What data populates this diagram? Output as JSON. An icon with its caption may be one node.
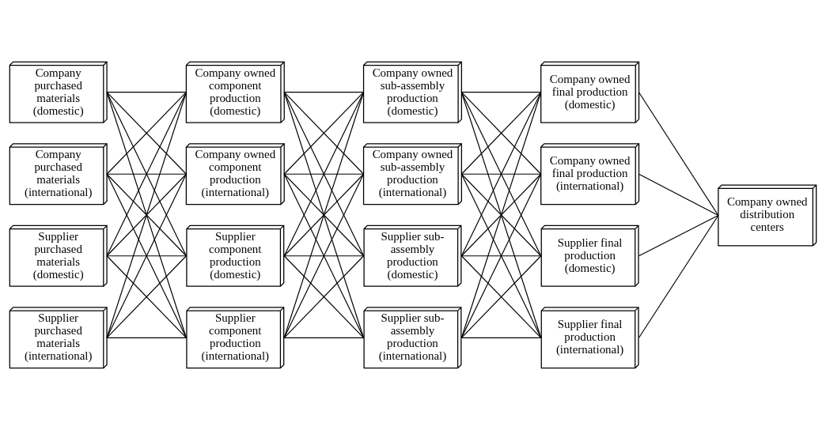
{
  "diagram": {
    "nodes": [
      {
        "text": [
          "Company purchased materials (domestic)"
        ]
      },
      {
        "text": [
          "Company purchased materials (international)"
        ]
      },
      {
        "text": [
          "Supplier purchased materials (domestic)"
        ]
      },
      {
        "text": [
          "Supplier purchased materials (international)"
        ]
      },
      {
        "text": [
          "Company owned component production (domestic)"
        ]
      },
      {
        "text": [
          "Company owned component production (international)"
        ]
      },
      {
        "text": [
          "Supplier component production (domestic)"
        ]
      },
      {
        "text": [
          "Supplier component production (international)"
        ]
      },
      {
        "text": [
          "Company owned sub-assembly production (domestic)"
        ]
      },
      {
        "text": [
          "Company owned sub-assembly production (international)"
        ]
      },
      {
        "text": [
          "Supplier sub-assembly production (domestic)"
        ]
      },
      {
        "text": [
          "Supplier sub-assembly production (international)"
        ]
      },
      {
        "text": [
          "Company owned final production (domestic)"
        ]
      },
      {
        "text": [
          "Company owned final production (international)"
        ]
      },
      {
        "text": [
          "Supplier final production (domestic)"
        ]
      },
      {
        "text": [
          "Supplier final production (international)"
        ]
      },
      {
        "text": [
          "Company owned distribution centers"
        ]
      }
    ],
    "edges": [
      {
        "from": 0,
        "to": 4,
        "arrow": "none"
      },
      {
        "from": 0,
        "to": 5,
        "arrow": "none"
      },
      {
        "from": 0,
        "to": 6,
        "arrow": "none"
      },
      {
        "from": 0,
        "to": 7,
        "arrow": "none"
      },
      {
        "from": 1,
        "to": 4,
        "arrow": "none"
      },
      {
        "from": 1,
        "to": 5,
        "arrow": "none"
      },
      {
        "from": 1,
        "to": 6,
        "arrow": "none"
      },
      {
        "from": 1,
        "to": 7,
        "arrow": "none"
      },
      {
        "from": 2,
        "to": 4,
        "arrow": "none"
      },
      {
        "from": 2,
        "to": 5,
        "arrow": "none"
      },
      {
        "from": 2,
        "to": 6,
        "arrow": "none"
      },
      {
        "from": 2,
        "to": 7,
        "arrow": "none"
      },
      {
        "from": 3,
        "to": 4,
        "arrow": "none"
      },
      {
        "from": 3,
        "to": 5,
        "arrow": "none"
      },
      {
        "from": 3,
        "to": 6,
        "arrow": "none"
      },
      {
        "from": 3,
        "to": 7,
        "arrow": "none"
      },
      {
        "from": 4,
        "to": 8,
        "arrow": "none"
      },
      {
        "from": 4,
        "to": 9,
        "arrow": "none"
      },
      {
        "from": 4,
        "to": 10,
        "arrow": "none"
      },
      {
        "from": 4,
        "to": 11,
        "arrow": "none"
      },
      {
        "from": 5,
        "to": 8,
        "arrow": "none"
      },
      {
        "from": 5,
        "to": 9,
        "arrow": "none"
      },
      {
        "from": 5,
        "to": 10,
        "arrow": "none"
      },
      {
        "from": 5,
        "to": 11,
        "arrow": "none"
      },
      {
        "from": 6,
        "to": 8,
        "arrow": "none"
      },
      {
        "from": 6,
        "to": 9,
        "arrow": "none"
      },
      {
        "from": 6,
        "to": 10,
        "arrow": "none"
      },
      {
        "from": 6,
        "to": 11,
        "arrow": "none"
      },
      {
        "from": 7,
        "to": 8,
        "arrow": "none"
      },
      {
        "from": 7,
        "to": 9,
        "arrow": "none"
      },
      {
        "from": 7,
        "to": 10,
        "arrow": "none"
      },
      {
        "from": 7,
        "to": 11,
        "arrow": "none"
      },
      {
        "from": 8,
        "to": 12,
        "arrow": "none"
      },
      {
        "from": 8,
        "to": 13,
        "arrow": "none"
      },
      {
        "from": 8,
        "to": 14,
        "arrow": "none"
      },
      {
        "from": 8,
        "to": 15,
        "arrow": "none"
      },
      {
        "from": 9,
        "to": 12,
        "arrow": "none"
      },
      {
        "from": 9,
        "to": 13,
        "arrow": "none"
      },
      {
        "from": 9,
        "to": 14,
        "arrow": "none"
      },
      {
        "from": 9,
        "to": 15,
        "arrow": "none"
      },
      {
        "from": 10,
        "to": 12,
        "arrow": "none"
      },
      {
        "from": 10,
        "to": 13,
        "arrow": "none"
      },
      {
        "from": 10,
        "to": 14,
        "arrow": "none"
      },
      {
        "from": 10,
        "to": 15,
        "arrow": "none"
      },
      {
        "from": 11,
        "to": 12,
        "arrow": "none"
      },
      {
        "from": 11,
        "to": 13,
        "arrow": "none"
      },
      {
        "from": 11,
        "to": 14,
        "arrow": "none"
      },
      {
        "from": 11,
        "to": 15,
        "arrow": "none"
      },
      {
        "from": 12,
        "to": 16,
        "arrow": "none"
      },
      {
        "from": 13,
        "to": 16,
        "arrow": "none"
      },
      {
        "from": 14,
        "to": 16,
        "arrow": "none"
      },
      {
        "from": 15,
        "to": 16,
        "arrow": "none"
      }
    ]
  }
}
